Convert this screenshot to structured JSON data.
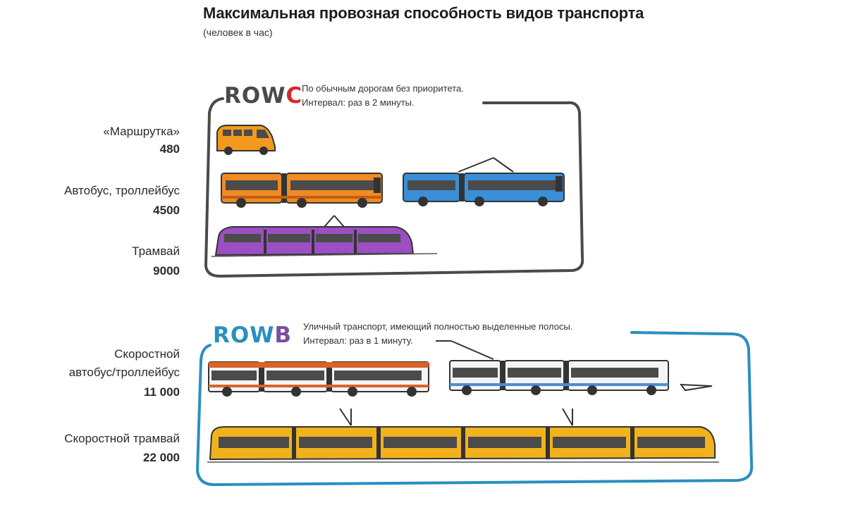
{
  "title": "Максимальная провозная способность видов транспорта",
  "subtitle": "(человек в час)",
  "row_c": {
    "tag_main": "ROW",
    "tag_letter": "C",
    "note_line1": "По обычным дорогам без приоритета.",
    "note_line2": "Интервал: раз в 2 минуты.",
    "frame_color": "#4a4a4a",
    "letter_color": "#d6292a",
    "items": [
      {
        "label": "«Маршрутка»",
        "value": "480"
      },
      {
        "label": "Автобус, троллейбус",
        "value": "4500"
      },
      {
        "label": "Трамвай",
        "value": "9000"
      }
    ]
  },
  "row_b": {
    "tag_main": "ROW",
    "tag_letter": "B",
    "note_line1": "Уличный транспорт, имеющий полностью выделенные полосы.",
    "note_line2": "Интервал: раз в 1 минуту.",
    "frame_color": "#2a8fbf",
    "tag_color": "#2a8fbf",
    "letter_color": "#7b4ea3",
    "items": [
      {
        "label_line1": "Скоростной",
        "label_line2": "автобус/троллейбус",
        "value": "11 000"
      },
      {
        "label": "Скоростной трамвай",
        "value": "22 000"
      }
    ]
  },
  "colors": {
    "minibus": "#f39a1e",
    "bus": "#f08a24",
    "trolleybus": "#3a8fd9",
    "tram": "#9b4fc2",
    "brt_bus": "#d9632a",
    "brt_trolley": "#4a8ed6",
    "fast_tram": "#f2b21c"
  }
}
